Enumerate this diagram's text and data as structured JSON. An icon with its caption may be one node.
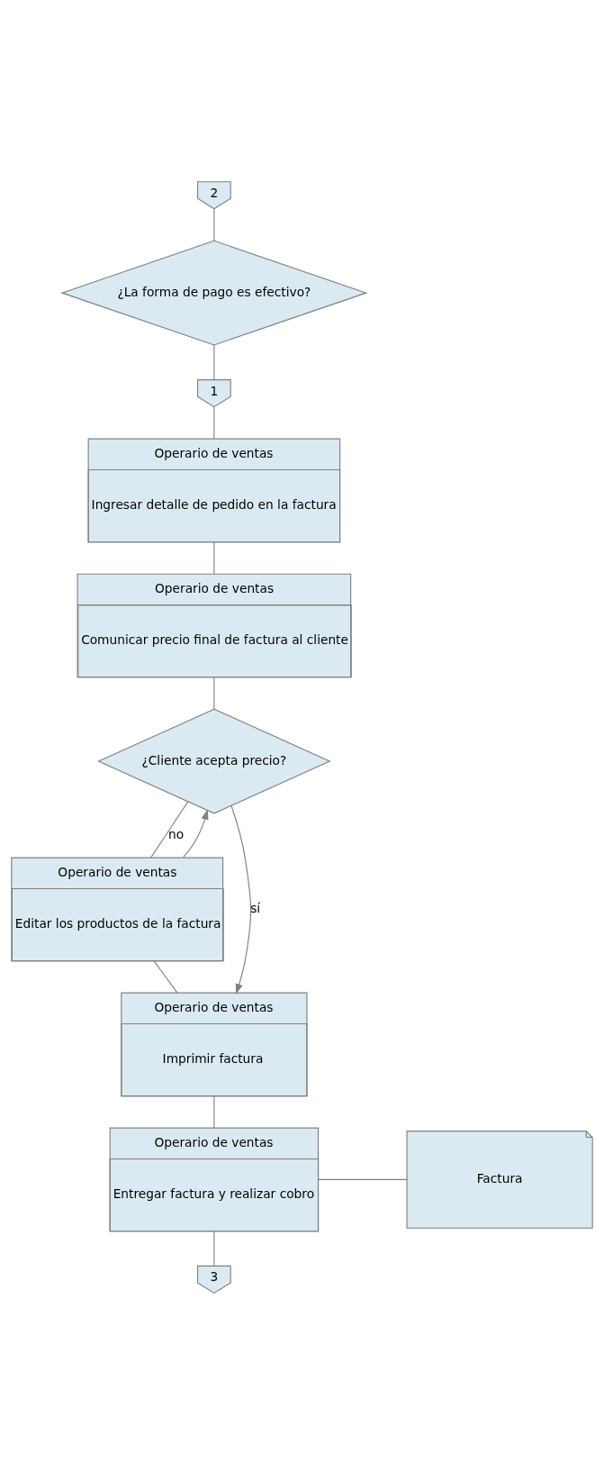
{
  "diagram": {
    "nodes": [
      {
        "text": [
          "2"
        ]
      },
      {
        "text": [
          "¿La forma de pago es efectivo?"
        ]
      },
      {
        "text": [
          "1"
        ]
      },
      {
        "text": [
          "Operario de ventas",
          "Ingresar detalle de pedido en la factura"
        ]
      },
      {
        "text": [
          "Operario de ventas",
          "Comunicar precio final de factura al cliente"
        ]
      },
      {
        "text": [
          "¿Cliente acepta precio?"
        ]
      },
      {
        "text": [
          "Operario de ventas",
          "Editar los productos de la factura"
        ]
      },
      {
        "text": [
          "Operario de ventas",
          "Imprimir factura"
        ]
      },
      {
        "text": [
          "Operario de ventas",
          "Entregar factura y realizar cobro"
        ]
      },
      {
        "text": [
          "Factura"
        ]
      },
      {
        "text": [
          "3"
        ]
      }
    ],
    "edges": [
      {
        "from": 0,
        "to": 1,
        "arrow": "none"
      },
      {
        "from": 1,
        "to": 2,
        "arrow": "none"
      },
      {
        "from": 2,
        "to": 3,
        "arrow": "none"
      },
      {
        "from": 3,
        "to": 4,
        "arrow": "none"
      },
      {
        "from": 4,
        "to": 5,
        "arrow": "none"
      },
      {
        "from": 5,
        "to": 6,
        "arrow": "none",
        "label": "no"
      },
      {
        "from": 6,
        "to": 5,
        "arrow": "to"
      },
      {
        "from": 5,
        "to": 7,
        "arrow": "to",
        "label": "sí"
      },
      {
        "from": 6,
        "to": 7,
        "arrow": "none"
      },
      {
        "from": 7,
        "to": 8,
        "arrow": "none"
      },
      {
        "from": 8,
        "to": 9,
        "arrow": "none"
      },
      {
        "from": 8,
        "to": 10,
        "arrow": "none"
      }
    ]
  }
}
